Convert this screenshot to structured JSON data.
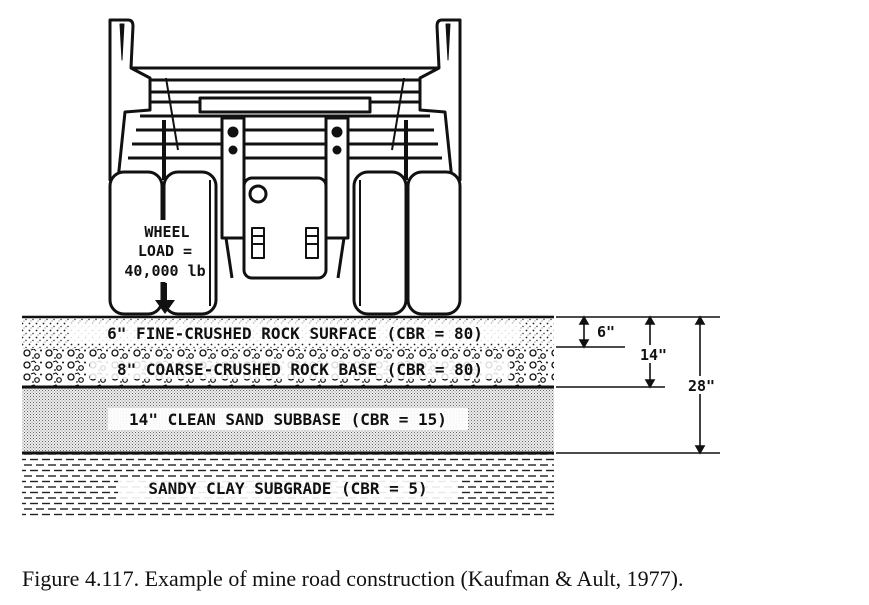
{
  "wheel_load": {
    "line1": "WHEEL",
    "line2": "LOAD =",
    "line3": "40,000 lb"
  },
  "layers": {
    "surface": "6\" FINE-CRUSHED ROCK SURFACE (CBR = 80)",
    "base": "8\" COARSE-CRUSHED ROCK BASE (CBR = 80)",
    "subbase": "14\" CLEAN SAND SUBBASE (CBR = 15)",
    "subgrade": "SANDY CLAY SUBGRADE (CBR = 5)"
  },
  "dimensions": {
    "d1": "6\"",
    "d2": "14\"",
    "d3": "28\""
  },
  "caption": "Figure 4.117.  Example of mine road construction (Kaufman & Ault, 1977)."
}
